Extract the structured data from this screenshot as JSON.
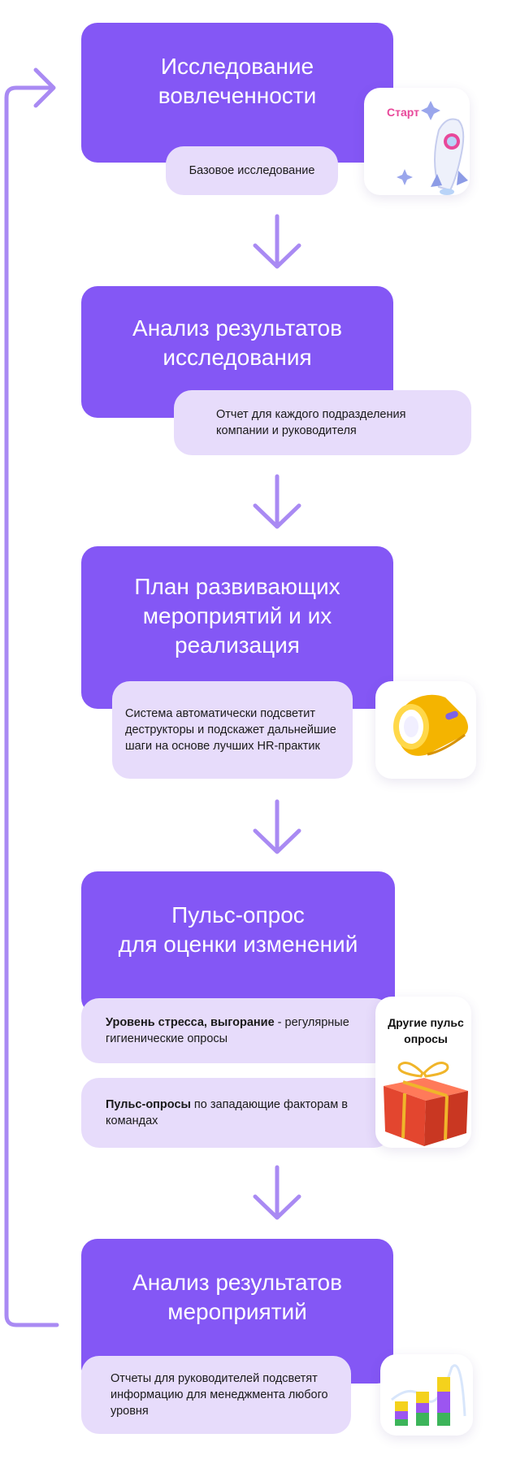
{
  "steps": [
    {
      "title": "Исследование\nвовлеченности"
    },
    {
      "title": "Анализ результатов\nисследования"
    },
    {
      "title": "План развивающих\nмероприятий и их\nреализация"
    },
    {
      "title": "Пульс-опрос\nдля оценки изменений"
    },
    {
      "title": "Анализ результатов\nмероприятий"
    }
  ],
  "notes": {
    "n1": "Базовое исследование",
    "n2": "Отчет для каждого подразделения компании и руководителя",
    "n3": "Система автоматически подсветит деструкторы  и подскажет дальнейшие шаги на основе лучших HR-практик",
    "n4_bold": "Уровень стресса, выгорание",
    "n4_rest": " - регулярные гигиенические опросы",
    "n5_bold": "Пульс-опросы",
    "n5_rest": " по западающие факторам в командах",
    "n6": "Отчеты для руководителей подсветят информацию для менеджмента любого уровня"
  },
  "cards": {
    "start_label": "Старт",
    "other_pulse_label": "Другие пульс опросы"
  },
  "colors": {
    "step": "#8457f5",
    "note": "#e7dcfb",
    "arrow": "#a98af3",
    "start_label": "#e8489a"
  }
}
